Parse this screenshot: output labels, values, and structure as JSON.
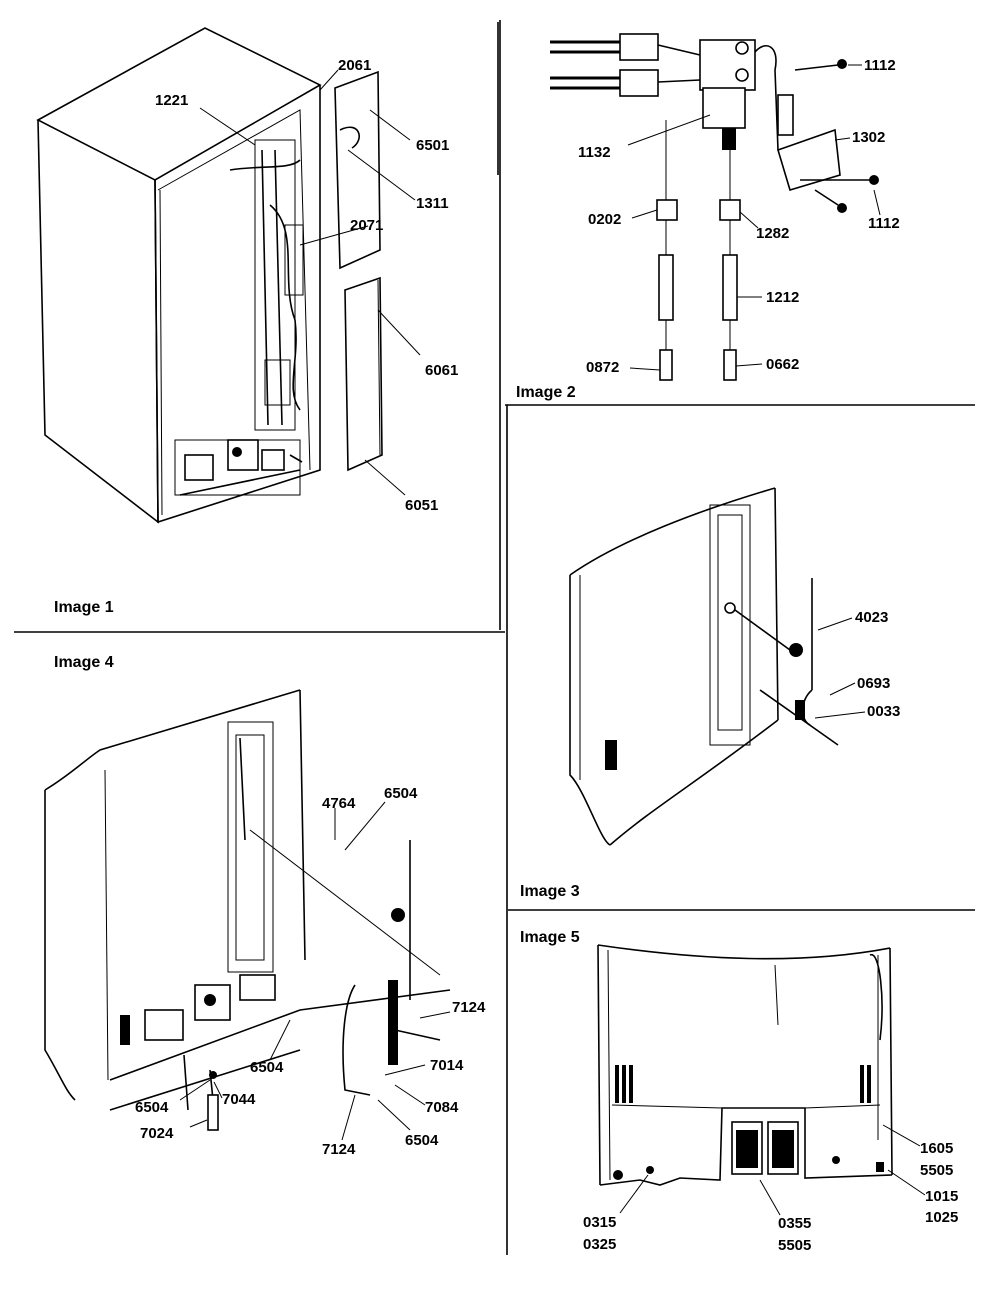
{
  "panels": [
    {
      "id": "panel-1",
      "caption": "Image 1",
      "parts": [
        "2061",
        "1221",
        "6501",
        "1311",
        "2071",
        "6061",
        "6051"
      ]
    },
    {
      "id": "panel-2",
      "caption": "Image 2",
      "parts": [
        "1112",
        "1132",
        "1302",
        "1112",
        "0202",
        "1282",
        "1212",
        "0872",
        "0662"
      ]
    },
    {
      "id": "panel-3",
      "caption": "Image 3",
      "parts": [
        "4023",
        "0693",
        "0033"
      ]
    },
    {
      "id": "panel-4",
      "caption": "Image 4",
      "parts": [
        "4764",
        "6504",
        "7124",
        "7014",
        "6504",
        "6504",
        "7044",
        "7024",
        "7084",
        "7124",
        "6504"
      ]
    },
    {
      "id": "panel-5",
      "caption": "Image 5",
      "parts": [
        "1605",
        "5505",
        "1015",
        "1025",
        "0315",
        "0325",
        "0355",
        "5505"
      ]
    }
  ]
}
